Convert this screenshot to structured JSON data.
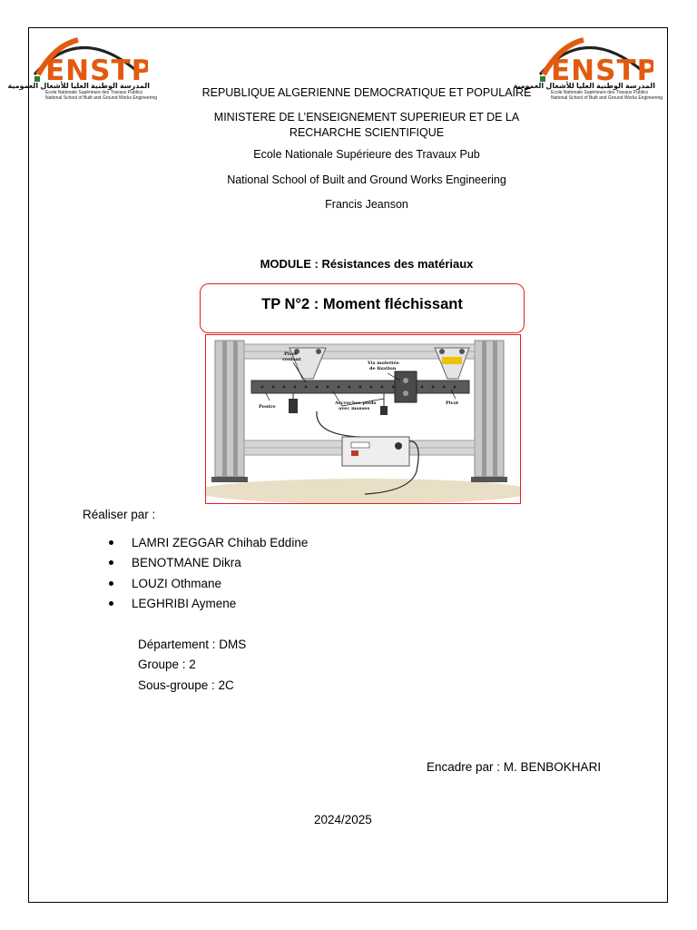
{
  "logos": {
    "left": {
      "wordmark": "ENSTP",
      "arabic": "المدرسة الوطنية العليا للأشغال العمومية",
      "subtitle_line1": "Ecole Nationale Supérieure des Travaux Publics",
      "subtitle_line2": "National School of Built and Ground Works Engineering"
    },
    "right": {
      "wordmark": "ENSTP",
      "arabic": "المدرسة الوطنية العليا للأشغال العمومية",
      "subtitle_line1": "Ecole Nationale Supérieure des Travaux Publics",
      "subtitle_line2": "National School of Built and Ground Works Engineering"
    }
  },
  "header": {
    "line1": "REPUBLIQUE ALGERIENNE DEMOCRATIQUE ET POPULAIRE",
    "line2a": "MINISTERE DE L’ENSEIGNEMENT SUPERIEUR ET DE LA",
    "line2b": "RECHARCHE SCIENTIFIQUE",
    "line3": "Ecole Nationale Supérieure des Travaux Pub",
    "line4": "National School of Built and Ground Works Engineering",
    "line5": "Francis Jeanson"
  },
  "module": "MODULE : Résistances des matériaux",
  "tp_title": "TP N°2 : Moment fléchissant",
  "figure": {
    "labels": {
      "pivot_roulant_1": "Pivot",
      "pivot_roulant_2": "roulant",
      "vis_1": "Vis molettée",
      "vis_2": "de fixation",
      "accroches_1": "Accroches poids",
      "accroches_2": "avec masses",
      "poutre": "Poutre",
      "pivot": "Pivot"
    },
    "colors": {
      "frame": "#c8c8c8",
      "beam": "#5a5a5a",
      "accent": "#f0c000",
      "floor": "#e8dcc0"
    }
  },
  "realiser_label": "Réaliser par :",
  "members": [
    "LAMRI ZEGGAR Chihab Eddine",
    "BENOTMANE Dikra",
    "LOUZI Othmane",
    "LEGHRIBI Aymene"
  ],
  "info": {
    "departement": "Département : DMS",
    "groupe": "Groupe :  2",
    "sous_groupe": "Sous-groupe : 2C"
  },
  "encadre": "Encadre par : M. BENBOKHARI",
  "year": "2024/2025"
}
